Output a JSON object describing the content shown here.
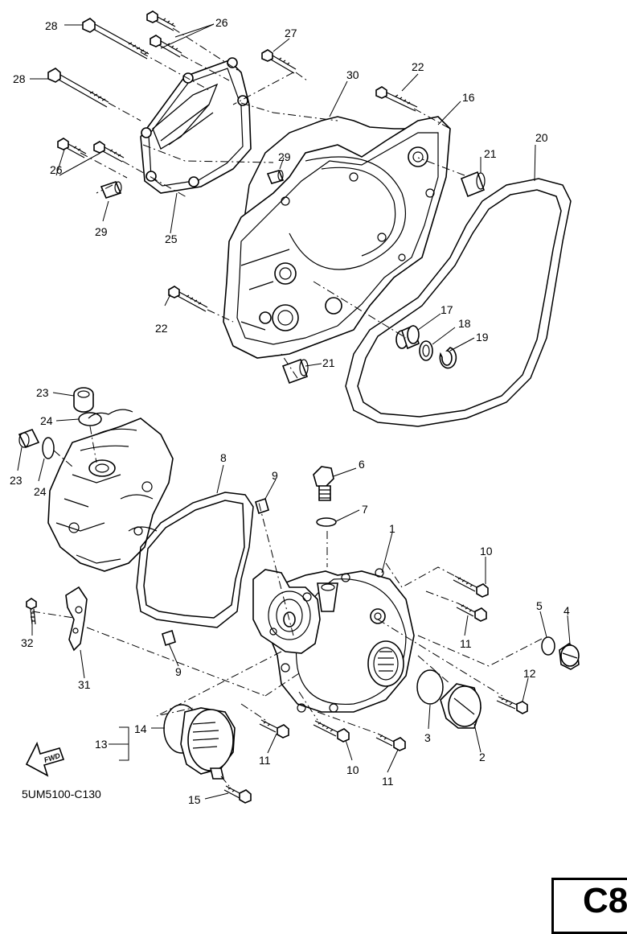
{
  "diagram": {
    "drawing_code": "5UM5100-C130",
    "fwd_label": "FWD",
    "page_code": "C8",
    "callouts": [
      "1",
      "2",
      "3",
      "4",
      "5",
      "6",
      "7",
      "8",
      "9",
      "9",
      "10",
      "10",
      "11",
      "11",
      "11",
      "12",
      "13",
      "14",
      "15",
      "16",
      "17",
      "18",
      "19",
      "20",
      "21",
      "21",
      "22",
      "22",
      "23",
      "23",
      "24",
      "24",
      "25",
      "26",
      "26",
      "27",
      "28",
      "28",
      "29",
      "29",
      "30",
      "31",
      "32"
    ]
  }
}
